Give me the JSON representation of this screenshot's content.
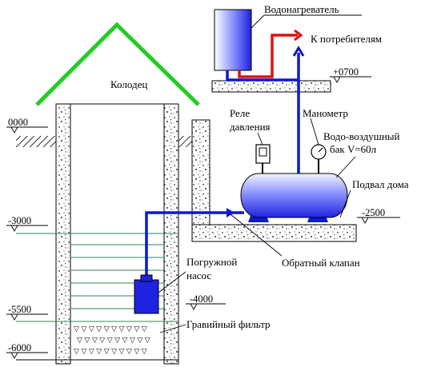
{
  "labels": {
    "well": "Колодец",
    "heater": "Водонагреватель",
    "consumers": "К потребителям",
    "relay_line1": "Реле",
    "relay_line2": "давления",
    "manometer": "Манометр",
    "tank_line1": "Водо-воздушный",
    "tank_line2": "бак V=60л",
    "basement": "Подвал дома",
    "check_valve": "Обратный клапан",
    "pump_line1": "Погружной",
    "pump_line2": "насос",
    "gravel_filter": "Гравийный фильтр"
  },
  "levels": {
    "l0000": "0000",
    "l3000": "-3000",
    "l5500": "-5500",
    "l6000": "-6000",
    "l4000": "-4000",
    "l2500": "-2500",
    "l0700": "+0700"
  },
  "colors": {
    "roof": "#22cc22",
    "cold_pipe": "#0a1acc",
    "hot_pipe": "#dd1111",
    "water_lines": "#2e8b57",
    "tank_light": "#e6eaff",
    "tank_dark": "#3030ee"
  }
}
